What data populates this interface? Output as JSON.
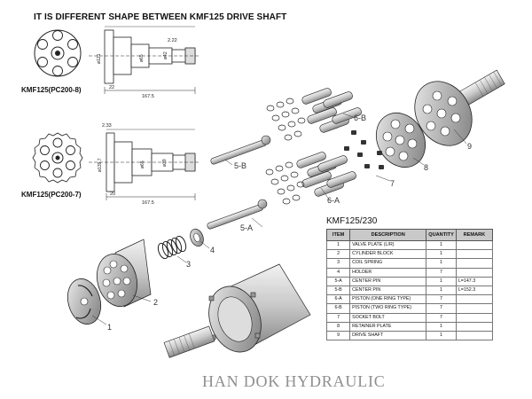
{
  "heading": "IT IS DIFFERENT SHAPE BETWEEN KMF125 DRIVE SHAFT",
  "variants": [
    {
      "label": "KMF125(PC200-8)",
      "dims": {
        "left": "22",
        "len": "167.5",
        "top": "2.22",
        "d1": "ø121",
        "d2": "ø65",
        "d3": "ø42"
      }
    },
    {
      "label": "KMF125(PC200-7)",
      "dims": {
        "left": "20",
        "len": "167.5",
        "top": "2.33",
        "d1": "ø139.7",
        "d2": "ø65",
        "d3": "ø39"
      }
    }
  ],
  "callouts": [
    "1",
    "2",
    "3",
    "4",
    "5-A",
    "5-B",
    "6-A",
    "6-B",
    "7",
    "8",
    "9"
  ],
  "table": {
    "model": "KMF125/230",
    "headers": [
      "ITEM",
      "DESCRIPTION",
      "QUANTITY",
      "REMARK"
    ],
    "rows": [
      {
        "item": "1",
        "desc": "VALVE PLATE (L/R)",
        "qty": "1",
        "remark": ""
      },
      {
        "item": "2",
        "desc": "CYLINDER BLOCK",
        "qty": "1",
        "remark": ""
      },
      {
        "item": "3",
        "desc": "COIL SPRING",
        "qty": "1",
        "remark": ""
      },
      {
        "item": "4",
        "desc": "HOLDER",
        "qty": "7",
        "remark": ""
      },
      {
        "item": "5-A",
        "desc": "CENTER PIN",
        "qty": "1",
        "remark": "L=147.3"
      },
      {
        "item": "5-B",
        "desc": "CENTER PIN",
        "qty": "1",
        "remark": "L=152.3"
      },
      {
        "item": "6-A",
        "desc": "PISTON (ONE RING TYPE)",
        "qty": "7",
        "remark": ""
      },
      {
        "item": "6-B",
        "desc": "PISTON (TWO RING TYPE)",
        "qty": "7",
        "remark": ""
      },
      {
        "item": "7",
        "desc": "SOCKET BOLT",
        "qty": "7",
        "remark": ""
      },
      {
        "item": "8",
        "desc": "RETAINER PLATE",
        "qty": "1",
        "remark": ""
      },
      {
        "item": "9",
        "desc": "DRIVE SHAFT",
        "qty": "1",
        "remark": ""
      }
    ]
  },
  "brand": "HAN DOK HYDRAULIC"
}
